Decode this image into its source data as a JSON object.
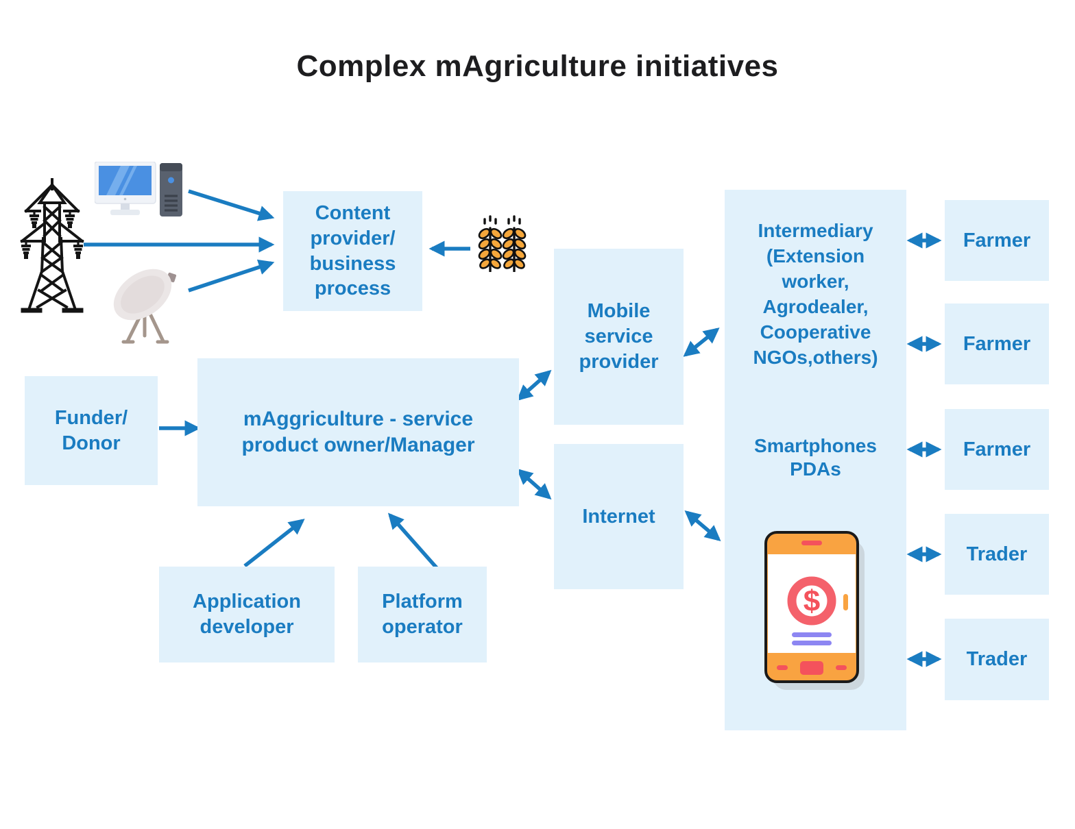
{
  "title": "Complex mAgriculture initiatives",
  "colors": {
    "box_background": "#e1f1fb",
    "text_blue": "#1a7cc1",
    "arrow_blue": "#1a7cc1",
    "title_text": "#1d1d1f",
    "phone_orange": "#f9a341",
    "phone_red": "#f4606b",
    "phone_purple": "#8d86f2",
    "wheat_orange": "#f5a73b",
    "monitor_blue": "#4a90e2",
    "tower_black": "#141414"
  },
  "nodes": {
    "content_provider": "Content\nprovider/\nbusiness\nprocess",
    "funder_donor": "Funder/\nDonor",
    "maggriculture": "mAggriculture - service\nproduct owner/Manager",
    "mobile_service": "Mobile\nservice\nprovider",
    "internet": "Internet",
    "intermediary": "Intermediary\n(Extension\nworker,\nAgrodealer,\nCooperative\nNGOs,others)",
    "smartphones": "Smartphones\nPDAs",
    "application_developer": "Application\ndeveloper",
    "platform_operator": "Platform\noperator",
    "farmers": [
      "Farmer",
      "Farmer",
      "Farmer"
    ],
    "traders": [
      "Trader",
      "Trader"
    ]
  },
  "icons": {
    "transmission_tower": "transmission-tower-icon",
    "desktop_computer": "desktop-computer-icon",
    "satellite_dish": "satellite-dish-icon",
    "wheat": "wheat-icon",
    "smartphone_payment": "smartphone-payment-icon"
  }
}
